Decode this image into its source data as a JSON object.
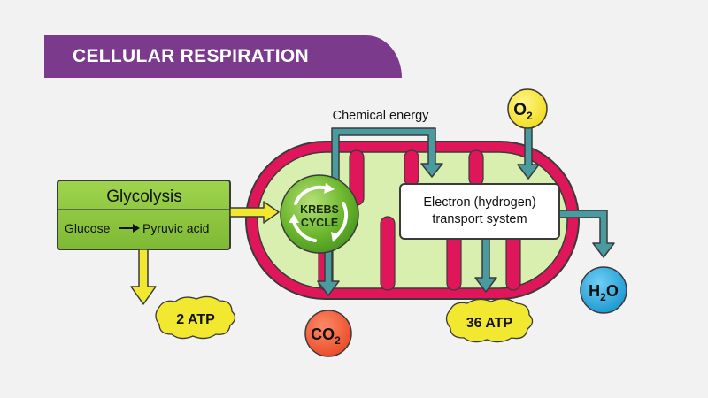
{
  "title": "CELLULAR RESPIRATION",
  "glycolysis": {
    "title": "Glycolysis",
    "reactant": "Glucose",
    "product": "Pyruvic acid"
  },
  "krebs": {
    "line1": "KREBS",
    "line2": "CYCLE"
  },
  "chemical_energy_label": "Chemical energy",
  "electron_transport": {
    "line1": "Electron (hydrogen)",
    "line2": "transport system"
  },
  "outputs": {
    "atp_glycolysis": "2 ATP",
    "co2": {
      "base": "CO",
      "sub": "2"
    },
    "atp_transport": "36 ATP",
    "o2": {
      "base": "O",
      "sub": "2"
    },
    "h2o": {
      "pre": "H",
      "sub": "2",
      "post": "O"
    }
  },
  "colors": {
    "banner": "#7b3a8c",
    "mitochondrion_membrane": "#e0165a",
    "matrix": "#d9efb0",
    "glycolysis_box": "#8cc53f",
    "arrow_teal": "#4a9ba0",
    "arrow_yellow": "#f2e830",
    "co2_bubble": "#f2613d",
    "o2_bubble": "#f5e82a",
    "h2o_bubble": "#29a8e0",
    "krebs_circle": "#6cb82e"
  }
}
